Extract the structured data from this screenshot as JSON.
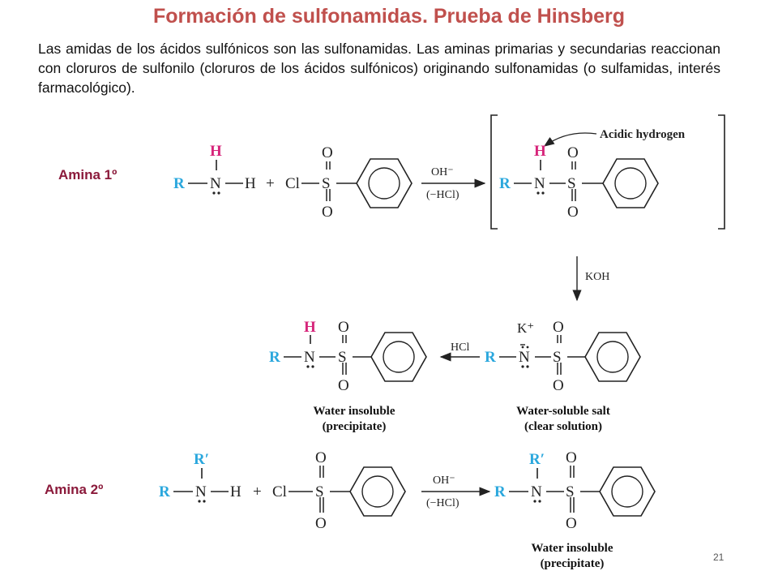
{
  "slide": {
    "title": "Formación de sulfonamidas. Prueba de Hinsberg",
    "intro": "Las amidas de los ácidos sulfónicos son las sulfonamidas. Las aminas primarias y secundarias reaccionan con cloruros de sulfonilo (cloruros de los ácidos sulfónicos) originando sulfonamidas (o sulfamidas, interés farmacológico).",
    "page_number": "21"
  },
  "labels": {
    "primary_amine": "Amina 1º",
    "secondary_amine": "Amina 2º"
  },
  "scheme": {
    "atoms": {
      "R": "R",
      "R_prime": "R′",
      "N": "N",
      "H": "H",
      "Cl": "Cl",
      "S": "S",
      "O": "O",
      "plus": "+",
      "K_plus": "K⁺"
    },
    "reagents": {
      "oh": "OH⁻",
      "minus_hcl": "(−HCl)",
      "koh": "KOH",
      "hcl": "HCl"
    },
    "annotations": {
      "acidic_hydrogen": "Acidic hydrogen"
    },
    "captions": {
      "water_insoluble": "Water insoluble",
      "precipitate": "(precipitate)",
      "water_soluble_salt": "Water-soluble salt",
      "clear_solution": "(clear solution)",
      "water_insoluble_2": "Water insoluble",
      "precipitate_2": "(precipitate)"
    }
  },
  "colors": {
    "title": "#c0504d",
    "label": "#8b1a3b",
    "r_group": "#2aa7dd",
    "acidic_h": "#d6247a",
    "bond": "#222222"
  }
}
